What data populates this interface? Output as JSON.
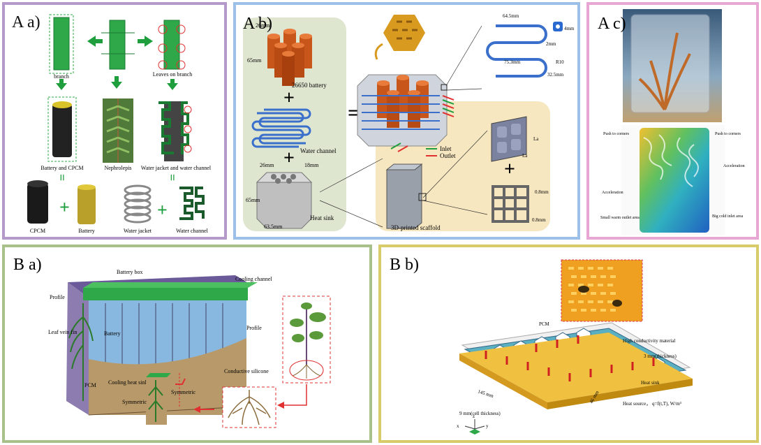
{
  "colors": {
    "aa_border": "#b49ac8",
    "ab_border": "#9cc0e8",
    "ac_border": "#e8a6d4",
    "ba_border": "#a8c08a",
    "bb_border": "#d8cc6a",
    "accent_green": "#1e9e3c",
    "battery_orange": "#c8551a",
    "coil_blue": "#3a6fcc"
  },
  "panel_aa": {
    "title": "A a)",
    "labels": {
      "branch": "branch",
      "leaves": "Leaves on branch",
      "battery_cpcm": "Battery and CPCM",
      "nephrolepis": "Nephrolepis",
      "water_jacket_channel": "Water jacket and water channel",
      "cpcm": "CPCM",
      "battery": "Battery",
      "water_jacket": "Water jacket",
      "water_channel": "Water channel"
    },
    "symbols": {
      "plus": "+",
      "equals": "="
    }
  },
  "panel_ab": {
    "title": "A b)",
    "labels": {
      "battery": "26650 battery",
      "water_channel": "Water channel",
      "heat_sink": "Heat sink",
      "scaffold": "3D-printed scaffold",
      "inlet": "Inlet",
      "outlet": "Outlet"
    },
    "dims": {
      "d26_top": "26mm",
      "h65_top": "65mm",
      "d26_bot": "26mm",
      "d18": "18mm",
      "h65_bot": "65mm",
      "w63": "63.5mm",
      "w645": "64.5mm",
      "d4": "4mm",
      "d2": "2mm",
      "r10": "R10",
      "w753": "75.3mm",
      "h325": "32.5mm",
      "la1": "La",
      "la2": "La",
      "t08a": "0.8mm",
      "t08b": "0.8mm"
    },
    "symbols": {
      "plus": "+",
      "equals": "="
    }
  },
  "panel_ac": {
    "title": "A c)",
    "labels": {
      "push_left": "Push to corners",
      "push_right": "Push to corners",
      "accel_right": "Acceleration",
      "accel_left": "Acceleration",
      "small_warm": "Small warm outlet area",
      "big_cold": "Big cold inlet area"
    }
  },
  "panel_ba": {
    "title": "B a)",
    "labels": {
      "battery_box": "Battery box",
      "cooling_channel": "Cooling channel",
      "profile_left": "Profile",
      "leaf_vein_fin": "Leaf vein fin",
      "battery": "Battery",
      "profile_right": "Profile",
      "conductive_silicone": "Conductive silicone",
      "pcm": "PCM",
      "cooling_heat_sink": "Cooling heat sink",
      "symmetric_right": "Symmetric",
      "symmetric_left": "Symmetric"
    }
  },
  "panel_bb": {
    "title": "B b)",
    "labels": {
      "pcm": "PCM",
      "high_conductivity": "High conductivity material",
      "thickness3": "3 mm(thickness)",
      "heat_sink": "Heat sink",
      "heat_source": "Heat source， q=f(t,T), W/m³",
      "len145": "145 mm",
      "cell9": "9 mm(cell  thickness)",
      "w46": "46 mm",
      "axis_x": "x",
      "axis_y": "y",
      "axis_z": "z"
    }
  }
}
